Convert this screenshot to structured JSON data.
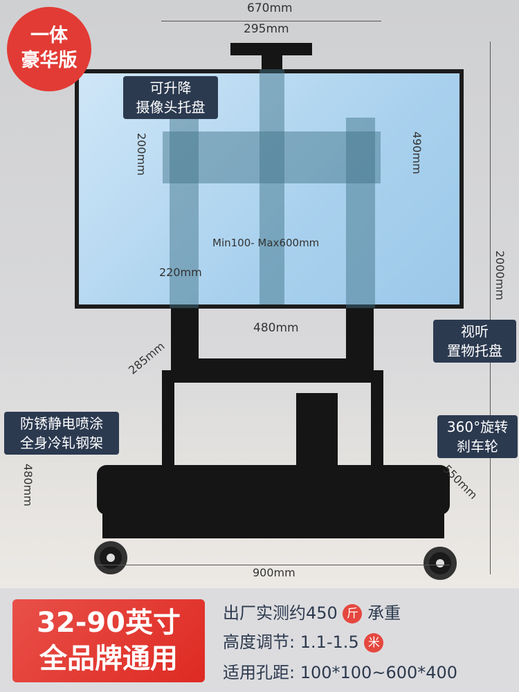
{
  "badge": {
    "line1": "一体",
    "line2": "豪华版"
  },
  "dimensions": {
    "overall_width": "670mm",
    "camera_tray": "295mm",
    "vesa_h": "200mm",
    "vesa_v": "490mm",
    "vesa_range": "Min100-  Max600mm",
    "arm_width": "220mm",
    "shelf_width": "480mm",
    "shelf_depth": "285mm",
    "height": "2000mm",
    "base_height": "480mm",
    "base_depth": "550mm",
    "base_width": "900mm"
  },
  "labels": {
    "camera_tray": [
      "可升降",
      "摄像头托盘"
    ],
    "av_tray": [
      "视听",
      "置物托盘"
    ],
    "frame": [
      "防锈静电喷涂",
      "全身冷轧钢架"
    ],
    "wheels": [
      "360°旋转",
      "刹车轮"
    ]
  },
  "promo": {
    "line1": "32-90英寸",
    "line2": "全品牌通用"
  },
  "specs": [
    {
      "text": "出厂实测约450",
      "unit": "斤",
      "suffix": "承重"
    },
    {
      "text": "高度调节: 1.1-1.5",
      "unit": "米",
      "suffix": ""
    },
    {
      "text": "适用孔距: 100*100~600*400",
      "unit": "",
      "suffix": ""
    }
  ]
}
